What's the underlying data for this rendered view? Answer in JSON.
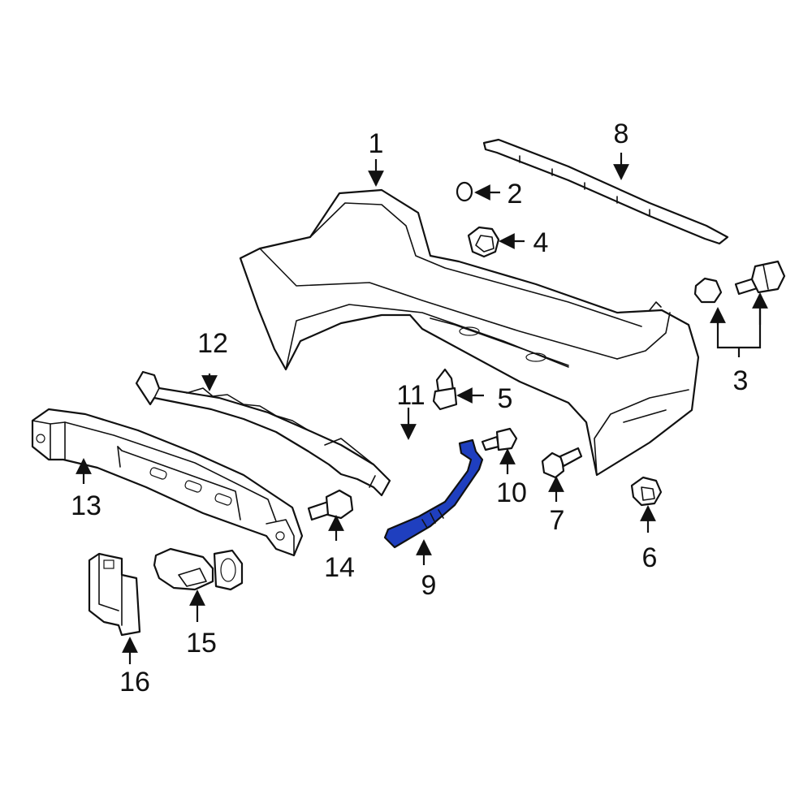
{
  "diagram": {
    "highlight_color": "#1f3fbf",
    "highlighted_part": "9",
    "callouts": {
      "c1": "1",
      "c2": "2",
      "c3": "3",
      "c4": "4",
      "c5": "5",
      "c6": "6",
      "c7": "7",
      "c8": "8",
      "c9": "9",
      "c10": "10",
      "c11": "11",
      "c12": "12",
      "c13": "13",
      "c14": "14",
      "c15": "15",
      "c16": "16"
    }
  }
}
